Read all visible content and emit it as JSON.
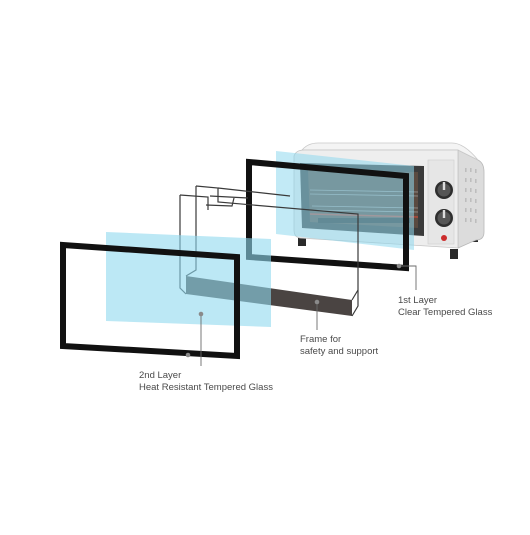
{
  "colors": {
    "glass_tint": "#8fd8ee",
    "glass_frame": "#111111",
    "support_frame": "#4a4442",
    "oven_body": "#eeeeee",
    "accent_red": "#cc2b2b",
    "leader_line": "#6b6b6b",
    "label_text": "#4a4a4a"
  },
  "callouts": {
    "first_layer": {
      "line1": "1st Layer",
      "line2": "Clear Tempered Glass"
    },
    "frame": {
      "line1": "Frame for",
      "line2": "safety and support"
    },
    "second_layer": {
      "line1": "2nd Layer",
      "line2": "Heat Resistant Tempered Glass"
    }
  },
  "icons": [
    "toaster-oven",
    "control-knob",
    "power-indicator"
  ]
}
